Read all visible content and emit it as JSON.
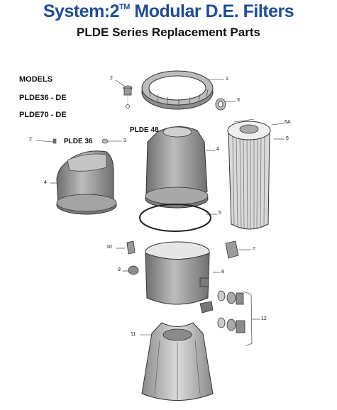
{
  "header": {
    "title_main": "System:2",
    "title_tm": "TM",
    "title_rest": " Modular D.E. Filters",
    "subtitle": "PLDE Series Replacement Parts"
  },
  "models": {
    "heading": "MODELS",
    "items": [
      "PLDE36 - DE",
      "PLDE70 - DE"
    ]
  },
  "section_labels": {
    "plde48": "PLDE 48",
    "plde36": "PLDE 36"
  },
  "callouts": {
    "c1": "1",
    "c2a": "2",
    "c3a": "3",
    "c2b": "2",
    "c3b": "3",
    "c4a": "4",
    "c4b": "4",
    "c5": "5",
    "c6": "6",
    "c6a": "6A.",
    "c7": "7",
    "c8": "8",
    "c9": "9",
    "c10": "10",
    "c11": "11",
    "c12": "12"
  },
  "colors": {
    "title": "#1e4e9a",
    "part_fill": "#9a9a9a",
    "part_dark": "#6f6f6f",
    "part_light": "#c8c8c8"
  }
}
